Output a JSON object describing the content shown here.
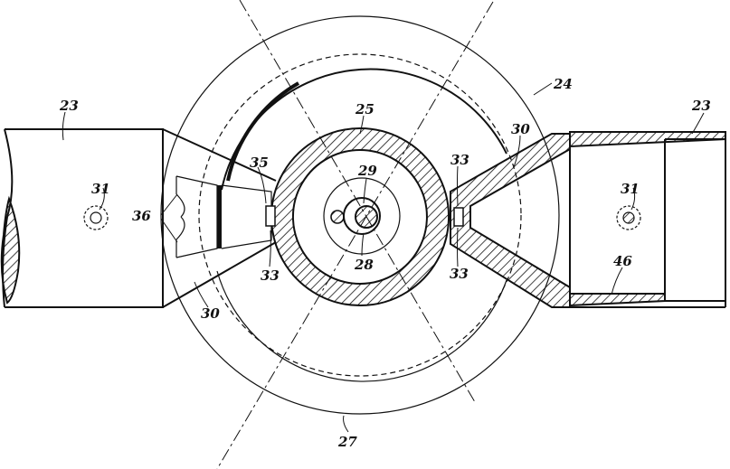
{
  "labels": {
    "left_pipe": "23",
    "right_pipe": "23",
    "assembly": "24",
    "ring": "25",
    "disc": "27",
    "hub": "28",
    "shaft": "29",
    "nozzle_upper": "30",
    "nozzle_lower": "30",
    "pin_left": "31",
    "pin_right": "31",
    "insert_upper_left": "35",
    "insert_lower_left": "33",
    "insert_upper_right": "33",
    "insert_lower_right": "33",
    "jets": "36",
    "sleeve": "46"
  },
  "colors": {
    "ink": "#111111",
    "paper": "#ffffff"
  }
}
